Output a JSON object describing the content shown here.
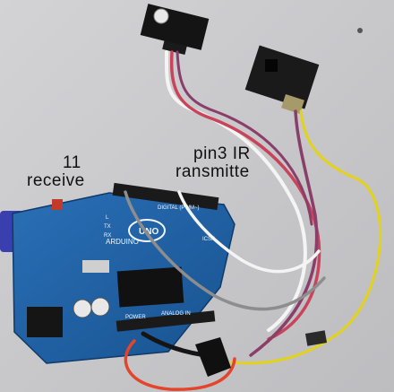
{
  "annotations": {
    "receive_pin": {
      "line1": "11",
      "line2": "receive"
    },
    "transmit_pin": {
      "line1": "pin3 IR",
      "line2": "ransmitte"
    }
  },
  "board_markings": {
    "brand": "ARDUINO",
    "model": "UNO",
    "digital_header": "DIGITAL (PWM~)",
    "analog_header": "ANALOG IN",
    "power_header": "POWER",
    "tx_led": "TX",
    "rx_led": "RX",
    "l_led": "L",
    "icsp": "ICSP"
  },
  "colors": {
    "background": "#c9c9cb",
    "board": "#1f5fa3",
    "module_pcb": "#111111",
    "wire_white": "#f4f4f4",
    "wire_grey": "#8d8d8d",
    "wire_red": "#c9435a",
    "wire_purple": "#8a3f6a",
    "wire_yellow": "#e3d21b",
    "wire_orange": "#e2452a",
    "wire_black": "#151515"
  }
}
